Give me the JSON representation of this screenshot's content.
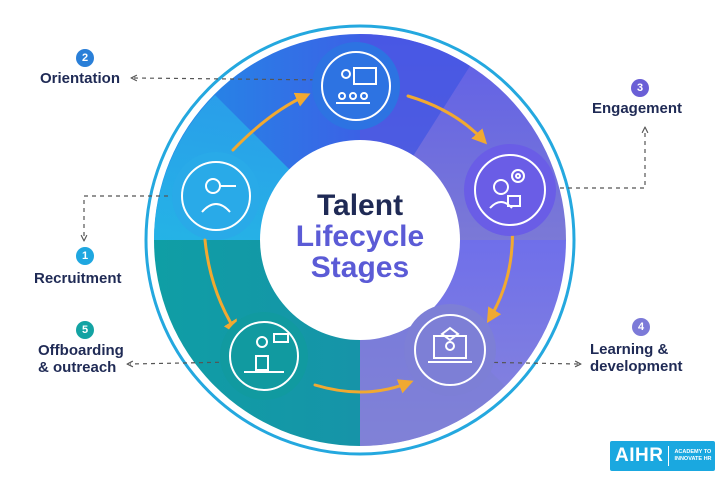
{
  "title": {
    "line1": "Talent",
    "line2": "Lifecycle",
    "line3": "Stages",
    "color_primary": "#1f2a55",
    "color_accent": "#5b5bd6"
  },
  "stages": [
    {
      "number": "1",
      "label": "Recruitment",
      "icon": "magnifier-person-icon",
      "badge_color": "#1fa7e0"
    },
    {
      "number": "2",
      "label": "Orientation",
      "icon": "presentation-audience-icon",
      "badge_color": "#2a7fd8"
    },
    {
      "number": "3",
      "label": "Engagement",
      "icon": "person-target-icon",
      "badge_color": "#6a5fd6"
    },
    {
      "number": "4",
      "label_line1": "Learning &",
      "label_line2": "development",
      "icon": "laptop-graduate-icon",
      "badge_color": "#7c7ad8"
    },
    {
      "number": "5",
      "label_line1": "Offboarding",
      "label_line2": "& outreach",
      "icon": "handover-person-icon",
      "badge_color": "#13a3a3"
    }
  ],
  "logo": {
    "text": "AIHR",
    "subtext_line1": "ACADEMY TO",
    "subtext_line2": "INNOVATE HR",
    "color": "#1aa8e0"
  },
  "colors": {
    "ring_outer": "#20a7df",
    "arrow": "#f1a931",
    "blue": "#2e6fe0",
    "purple": "#6b5de0",
    "teal": "#129b9e",
    "cyan": "#29b6e6"
  }
}
